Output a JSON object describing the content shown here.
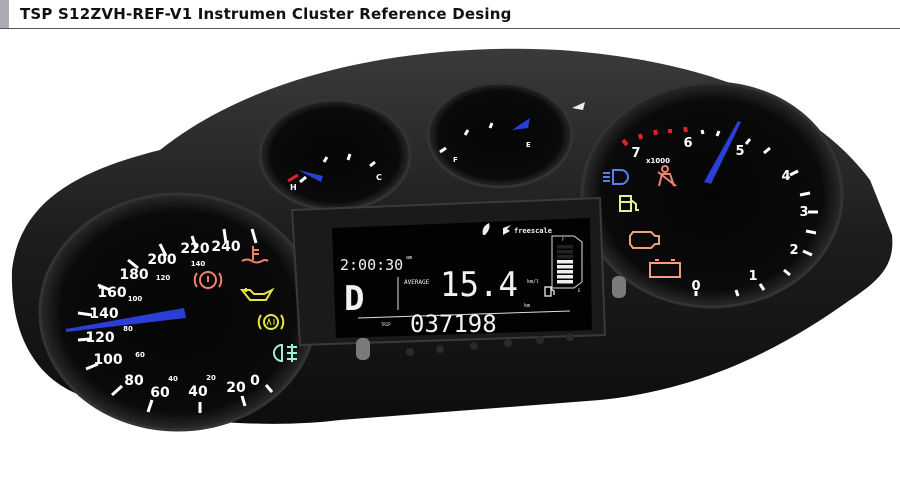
{
  "header": {
    "title": "TSP S12ZVH-REF-V1 Instrumen Cluster Reference Desing"
  },
  "speedometer": {
    "kmh_labels": [
      "0",
      "20",
      "40",
      "60",
      "80",
      "100",
      "120",
      "140",
      "160",
      "180",
      "200",
      "220",
      "240"
    ],
    "mph_labels": [
      "20",
      "40",
      "60",
      "80",
      "100",
      "120",
      "140"
    ],
    "needle_value_kmh": 138,
    "needle_color": "#2a3fd6"
  },
  "tachometer": {
    "labels": [
      "0",
      "1",
      "2",
      "3",
      "4",
      "5",
      "6",
      "7"
    ],
    "unit": "x1000",
    "needle_value": 5.2,
    "redline_color": "#e0202a"
  },
  "temp_gauge": {
    "hot_label": "H",
    "cold_label": "C"
  },
  "fuel_gauge": {
    "full_label": "F",
    "empty_label": "E"
  },
  "lcd": {
    "clock": "2:00:30",
    "clock_suffix": "am",
    "gear": "D",
    "average_label": "AVERAGE",
    "consumption": "15.4",
    "consumption_unit": "km/l",
    "odometer": "037198",
    "odometer_unit": "km",
    "trip_label": "TRIP",
    "brand": "freescale",
    "fuel_bar_top": "F",
    "fuel_bar_bottom": "E",
    "fuel_level_fraction": 0.6
  },
  "warning_icons": [
    "coolant-temp",
    "parking-brake",
    "oil-pressure",
    "abs",
    "fog-light",
    "headlight",
    "seatbelt",
    "fuel",
    "check-engine",
    "battery"
  ]
}
